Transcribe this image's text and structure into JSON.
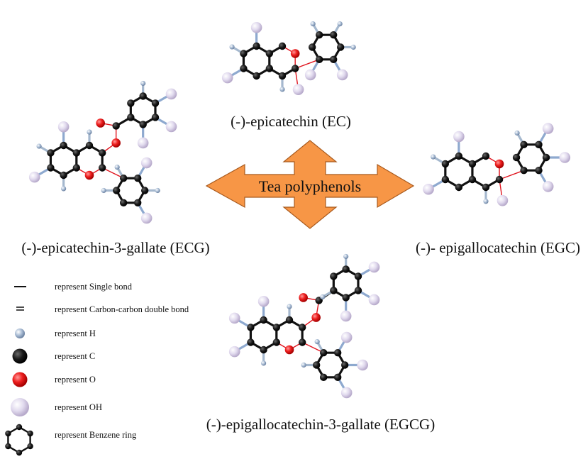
{
  "center": {
    "label": "Tea polyphenols",
    "fill_color": "#F79646",
    "stroke_color": "#A85A1E"
  },
  "molecules": {
    "ec": {
      "name": "(-)-epicatechin (EC)"
    },
    "ecg": {
      "name": "(-)-epicatechin-3-gallate (ECG)"
    },
    "egc": {
      "name": "(-)- epigallocatechin (EGC)"
    },
    "egcg": {
      "name": "(-)-epigallocatechin-3-gallate (EGCG)"
    }
  },
  "legend": [
    {
      "symbol": "single-bond",
      "text": "represent  Single bond"
    },
    {
      "symbol": "double-bond",
      "text": "represent  Carbon-carbon double bond"
    },
    {
      "symbol": "hydrogen-atom",
      "text": "represent  H"
    },
    {
      "symbol": "carbon-atom",
      "text": "represent  C"
    },
    {
      "symbol": "oxygen-atom",
      "text": "represent  O"
    },
    {
      "symbol": "hydroxyl-group",
      "text": "represent  OH"
    },
    {
      "symbol": "benzene-ring",
      "text": "represent  Benzene ring"
    }
  ],
  "colors": {
    "carbon": "#111111",
    "oxygen": "#E0141E",
    "hydrogen": "#9FB3CC",
    "hydroxyl": "#D8D0E8",
    "h_bond": "#A5B8CE",
    "oh_bond": "#8EA9CF",
    "c_o_bond": "#E0141E",
    "cc_bond": "#111111"
  }
}
